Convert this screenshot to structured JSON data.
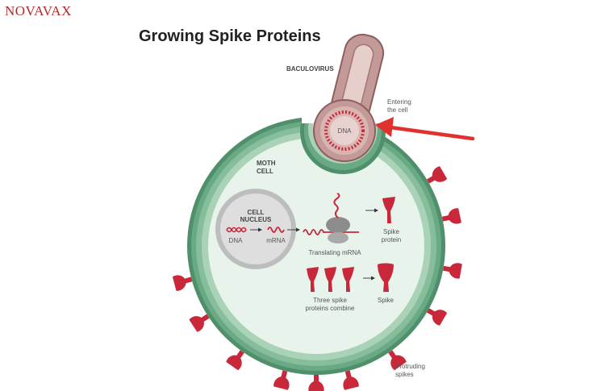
{
  "brand": "NOVAVAX",
  "title": "Growing Spike Proteins",
  "labels": {
    "baculovirus": "BACULOVIRUS",
    "entering_line1": "Entering",
    "entering_line2": "the cell",
    "dna_virus": "DNA",
    "moth_line1": "MOTH",
    "moth_line2": "CELL",
    "nucleus_line1": "CELL",
    "nucleus_line2": "NUCLEUS",
    "dna": "DNA",
    "mrna": "mRNA",
    "translating": "Translating mRNA",
    "spike_protein_line1": "Spike",
    "spike_protein_line2": "protein",
    "three_line1": "Three spike",
    "three_line2": "proteins combine",
    "spike": "Spike",
    "protruding_line1": "Protruding",
    "protruding_line2": "spikes"
  },
  "colors": {
    "cell_fill": "#e8f3ec",
    "membrane": "#5b9e78",
    "spike_red": "#c8283a",
    "arrow_red": "#e0312f",
    "virus_fill": "#c49a98"
  }
}
